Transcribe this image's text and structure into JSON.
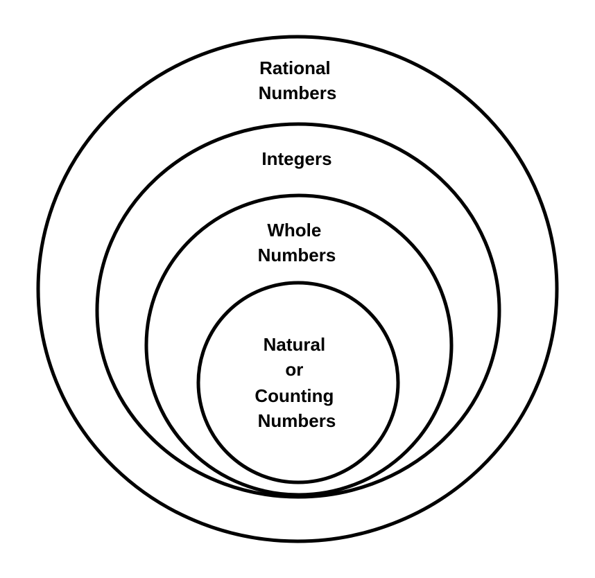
{
  "diagram": {
    "stroke_color": "#000000",
    "background_color": "#ffffff",
    "sets": [
      {
        "id": "rational",
        "label_lines": [
          "Rational",
          "Numbers"
        ]
      },
      {
        "id": "integers",
        "label_lines": [
          "Integers"
        ]
      },
      {
        "id": "whole",
        "label_lines": [
          "Whole",
          "Numbers"
        ]
      },
      {
        "id": "natural",
        "label_lines": [
          "Natural",
          "or",
          "Counting",
          "Numbers"
        ]
      }
    ]
  }
}
